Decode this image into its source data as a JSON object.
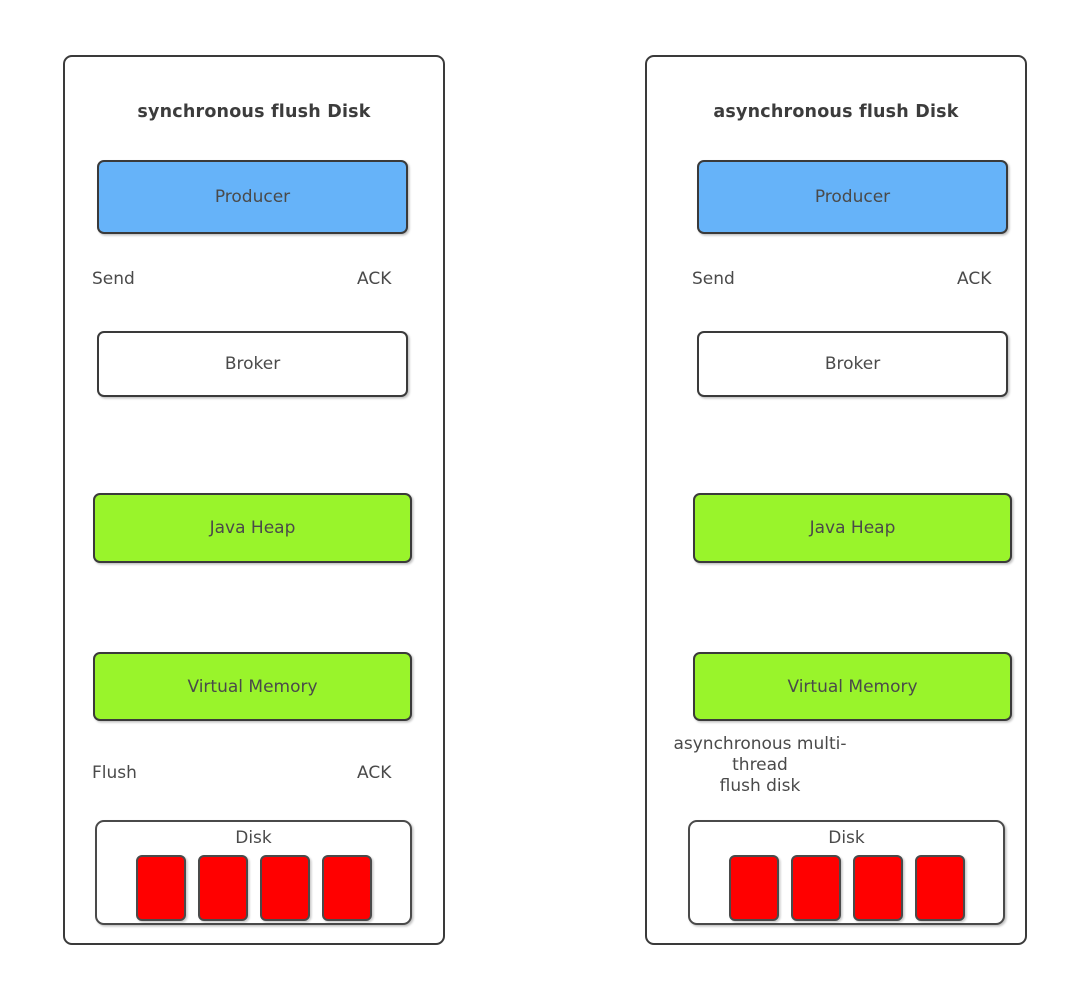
{
  "diagram": {
    "title_left": "synchronous flush Disk",
    "title_right": "asynchronous flush Disk",
    "colors": {
      "producer": "#66b3f9",
      "broker": "#ffffff",
      "memory": "#99f42b",
      "disk_block": "#ff0000",
      "stroke": "#3a3a3a",
      "ack_arrow": "#0000ee",
      "flow_arrow": "#333333"
    }
  },
  "panels": [
    {
      "id": "synchronous",
      "title": "synchronous flush Disk",
      "nodes": [
        {
          "name": "producer",
          "label": "Producer"
        },
        {
          "name": "broker",
          "label": "Broker"
        },
        {
          "name": "java-heap",
          "label": "Java Heap"
        },
        {
          "name": "virtual-memory",
          "label": "Virtual Memory"
        },
        {
          "name": "disk",
          "label": "Disk"
        }
      ],
      "disk_block_count": 4,
      "edge_labels": [
        {
          "name": "send",
          "text": "Send"
        },
        {
          "name": "ack-upper",
          "text": "ACK"
        },
        {
          "name": "flush",
          "text": "Flush"
        },
        {
          "name": "ack-lower",
          "text": "ACK"
        }
      ]
    },
    {
      "id": "asynchronous",
      "title": "asynchronous flush Disk",
      "nodes": [
        {
          "name": "producer",
          "label": "Producer"
        },
        {
          "name": "broker",
          "label": "Broker"
        },
        {
          "name": "java-heap",
          "label": "Java Heap"
        },
        {
          "name": "virtual-memory",
          "label": "Virtual Memory"
        },
        {
          "name": "disk",
          "label": "Disk"
        }
      ],
      "disk_block_count": 4,
      "edge_labels": [
        {
          "name": "send",
          "text": "Send"
        },
        {
          "name": "ack-upper",
          "text": "ACK"
        }
      ],
      "note": {
        "name": "async-flush-note",
        "line1": "asynchronous multi-",
        "line2": "thread",
        "line3": "flush disk"
      }
    }
  ]
}
